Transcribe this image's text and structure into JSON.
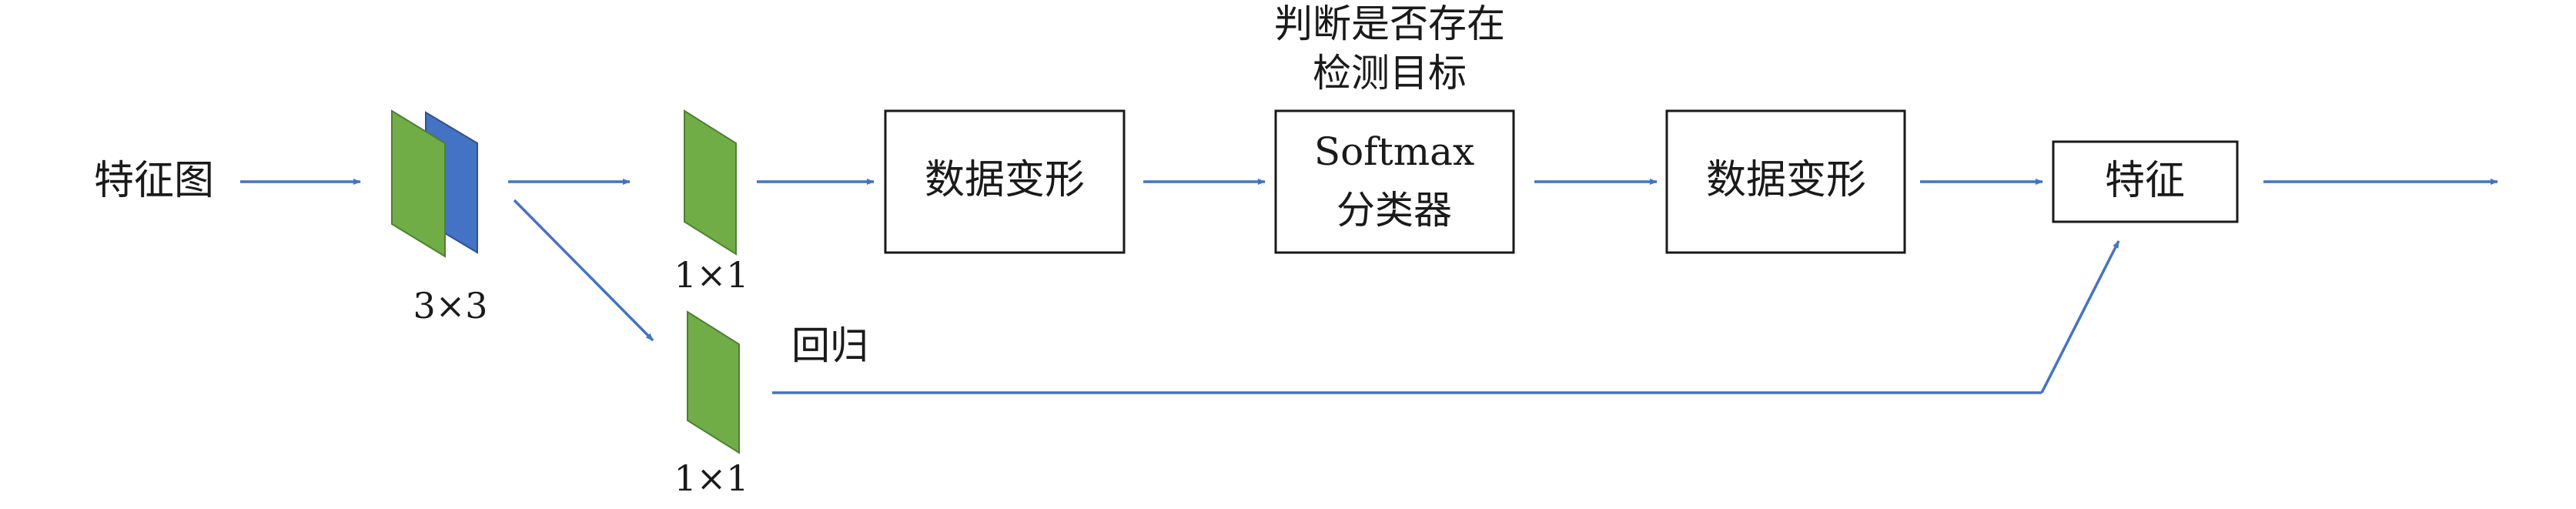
{
  "labels": {
    "input": "特征图",
    "conv3": "3×3",
    "conv1_top": "1×1",
    "conv1_bottom": "1×1",
    "reshape1": "数据变形",
    "softmax_line1": "Softmax",
    "softmax_line2": "分类器",
    "reshape2": "数据变形",
    "output": "特征",
    "regression": "回归",
    "judge_line1": "判断是否存在",
    "judge_line2": "检测目标"
  },
  "colors": {
    "arrow": "#4472C4",
    "green_fill": "#70AD47",
    "green_edge": "#507E32",
    "blue_fill": "#4472C4",
    "blue_edge": "#2F528F",
    "box_stroke": "#1a1a1a"
  }
}
